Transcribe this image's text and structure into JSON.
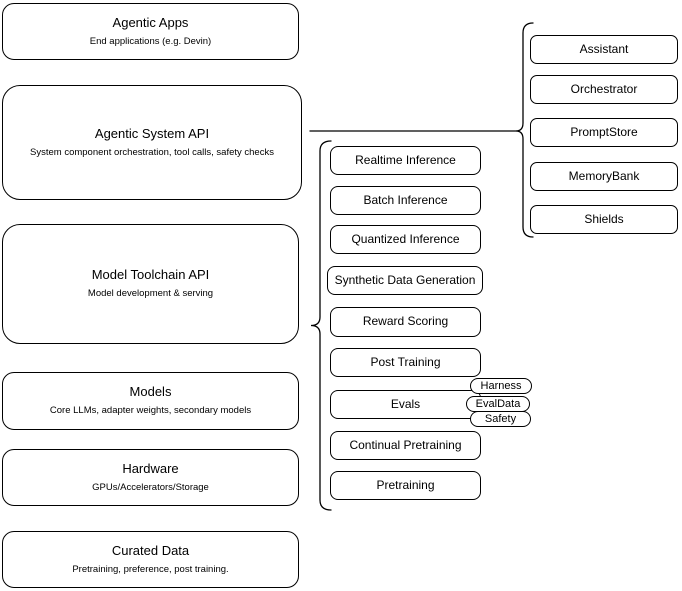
{
  "diagram": {
    "left_stack": [
      {
        "title": "Agentic Apps",
        "subtitle": "End applications (e.g. Devin)"
      },
      {
        "title": "Agentic System API",
        "subtitle": "System component orchestration, tool calls, safety checks"
      },
      {
        "title": "Model Toolchain API",
        "subtitle": "Model development & serving"
      },
      {
        "title": "Models",
        "subtitle": "Core LLMs, adapter weights, secondary models"
      },
      {
        "title": "Hardware",
        "subtitle": "GPUs/Accelerators/Storage"
      },
      {
        "title": "Curated Data",
        "subtitle": "Pretraining, preference, post training."
      }
    ],
    "toolchain_items": [
      "Realtime Inference",
      "Batch Inference",
      "Quantized Inference",
      "Synthetic Data Generation",
      "Reward Scoring",
      "Post Training",
      "Evals",
      "Continual Pretraining",
      "Pretraining"
    ],
    "eval_pills": [
      "Harness",
      "EvalData",
      "Safety"
    ],
    "system_components": [
      "Assistant",
      "Orchestrator",
      "PromptStore",
      "MemoryBank",
      "Shields"
    ],
    "colors": {
      "stroke": "#000000",
      "fill": "#ffffff",
      "text": "#000000"
    }
  }
}
